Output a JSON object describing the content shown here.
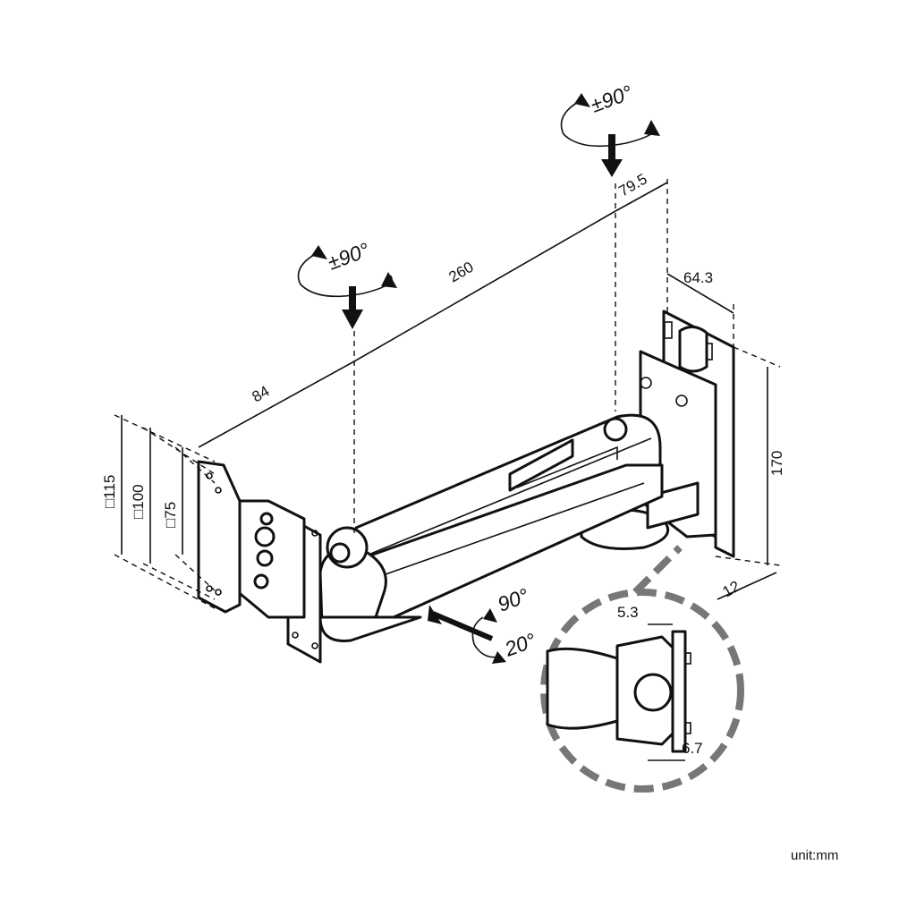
{
  "labels": {
    "rotation_top": "±90°",
    "rotation_mid": "±90°",
    "arm_length": "260",
    "offset_front": "84",
    "offset_top": "79.5",
    "depth": "64.3",
    "height": "170",
    "base_thickness": "12",
    "vesa_115": "□115",
    "vesa_100": "□100",
    "vesa_75": "□75",
    "tilt_up": "90°",
    "tilt_down": "20°",
    "detail_a": "5.3",
    "detail_b": "6.7",
    "unit": "unit:mm"
  },
  "colors": {
    "line": "#111111",
    "detail_circle": "#777777",
    "background": "#ffffff"
  }
}
